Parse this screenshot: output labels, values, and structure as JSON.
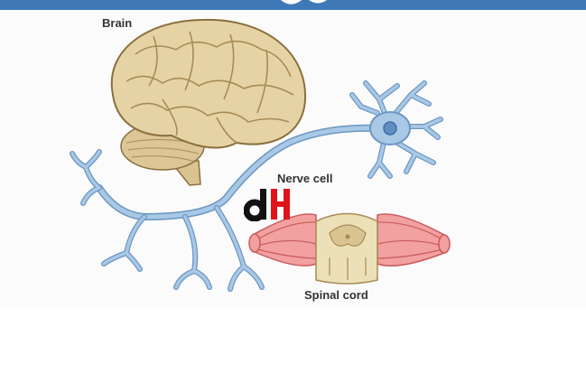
{
  "labels": {
    "brain": "Brain",
    "nerve_cell": "Nerve cell",
    "spinal_cord": "Spinal cord"
  },
  "logo_text": "dH",
  "colors": {
    "banner": "#3f78b6",
    "brain_fill": "#e6d3a5",
    "brain_stroke": "#8a6f3e",
    "nerve": "#a9c8e6",
    "nerve_edge": "#6c97c2",
    "muscle": "#f2a0a0",
    "muscle_edge": "#c95b5b",
    "cord_fill": "#ece0b8",
    "logo_black": "#111111",
    "logo_red": "#e0131b"
  }
}
